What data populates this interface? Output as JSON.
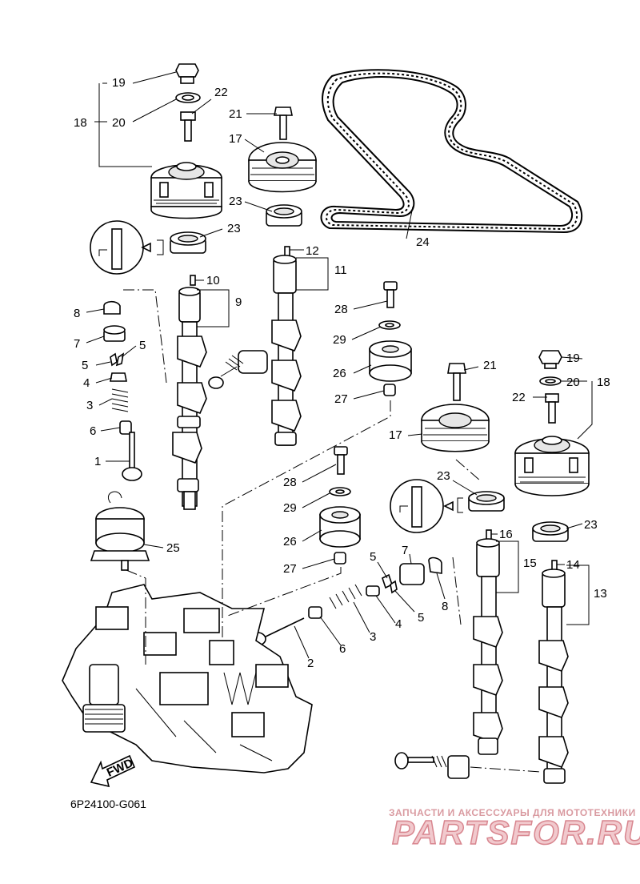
{
  "diagram_code": "6P24100-G061",
  "watermark": {
    "tagline": "ЗАПЧАСТИ И АКСЕССУАРЫ ДЛЯ МОТОТЕХНИКИ",
    "brand": "PARTSFOR.RU"
  },
  "fwd_label": "FWD",
  "callouts": {
    "c1": "1",
    "c2": "2",
    "c3a": "3",
    "c3b": "3",
    "c4a": "4",
    "c4b": "4",
    "c5a": "5",
    "c5b": "5",
    "c5c": "5",
    "c5d": "5",
    "c6a": "6",
    "c6b": "6",
    "c7a": "7",
    "c7b": "7",
    "c8a": "8",
    "c8b": "8",
    "c9": "9",
    "c10": "10",
    "c11": "11",
    "c12": "12",
    "c13": "13",
    "c14": "14",
    "c15": "15",
    "c16": "16",
    "c17a": "17",
    "c17b": "17",
    "c18a": "18",
    "c18b": "18",
    "c19a": "19",
    "c19b": "19",
    "c20a": "20",
    "c20b": "20",
    "c21a": "21",
    "c21b": "21",
    "c22a": "22",
    "c22b": "22",
    "c23a": "23",
    "c23b": "23",
    "c23c": "23",
    "c23d": "23",
    "c24": "24",
    "c25": "25",
    "c26a": "26",
    "c26b": "26",
    "c27a": "27",
    "c27b": "27",
    "c28a": "28",
    "c28b": "28",
    "c29a": "29",
    "c29b": "29"
  }
}
